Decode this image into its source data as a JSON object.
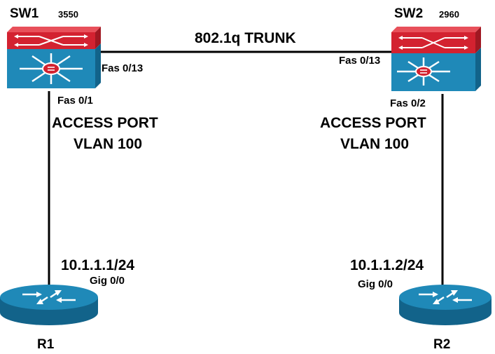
{
  "sw1": {
    "name": "SW1",
    "model": "3550",
    "uplink_port": "Fas 0/13",
    "access_port": "Fas 0/1",
    "port_mode": "ACCESS PORT",
    "vlan": "VLAN 100"
  },
  "sw2": {
    "name": "SW2",
    "model": "2960",
    "uplink_port": "Fas 0/13",
    "access_port": "Fas 0/2",
    "port_mode": "ACCESS PORT",
    "vlan": "VLAN 100"
  },
  "trunk": {
    "label": "802.1q TRUNK"
  },
  "r1": {
    "name": "R1",
    "ip": "10.1.1.1/24",
    "interface": "Gig 0/0"
  },
  "r2": {
    "name": "R2",
    "ip": "10.1.1.2/24",
    "interface": "Gig 0/0"
  },
  "colors": {
    "switch_top": "#d32230",
    "switch_body": "#1f89b8",
    "router_body": "#1a7fae",
    "link": "#000000"
  },
  "icons": {
    "switch": "multilayer-switch-icon",
    "router": "router-icon"
  }
}
